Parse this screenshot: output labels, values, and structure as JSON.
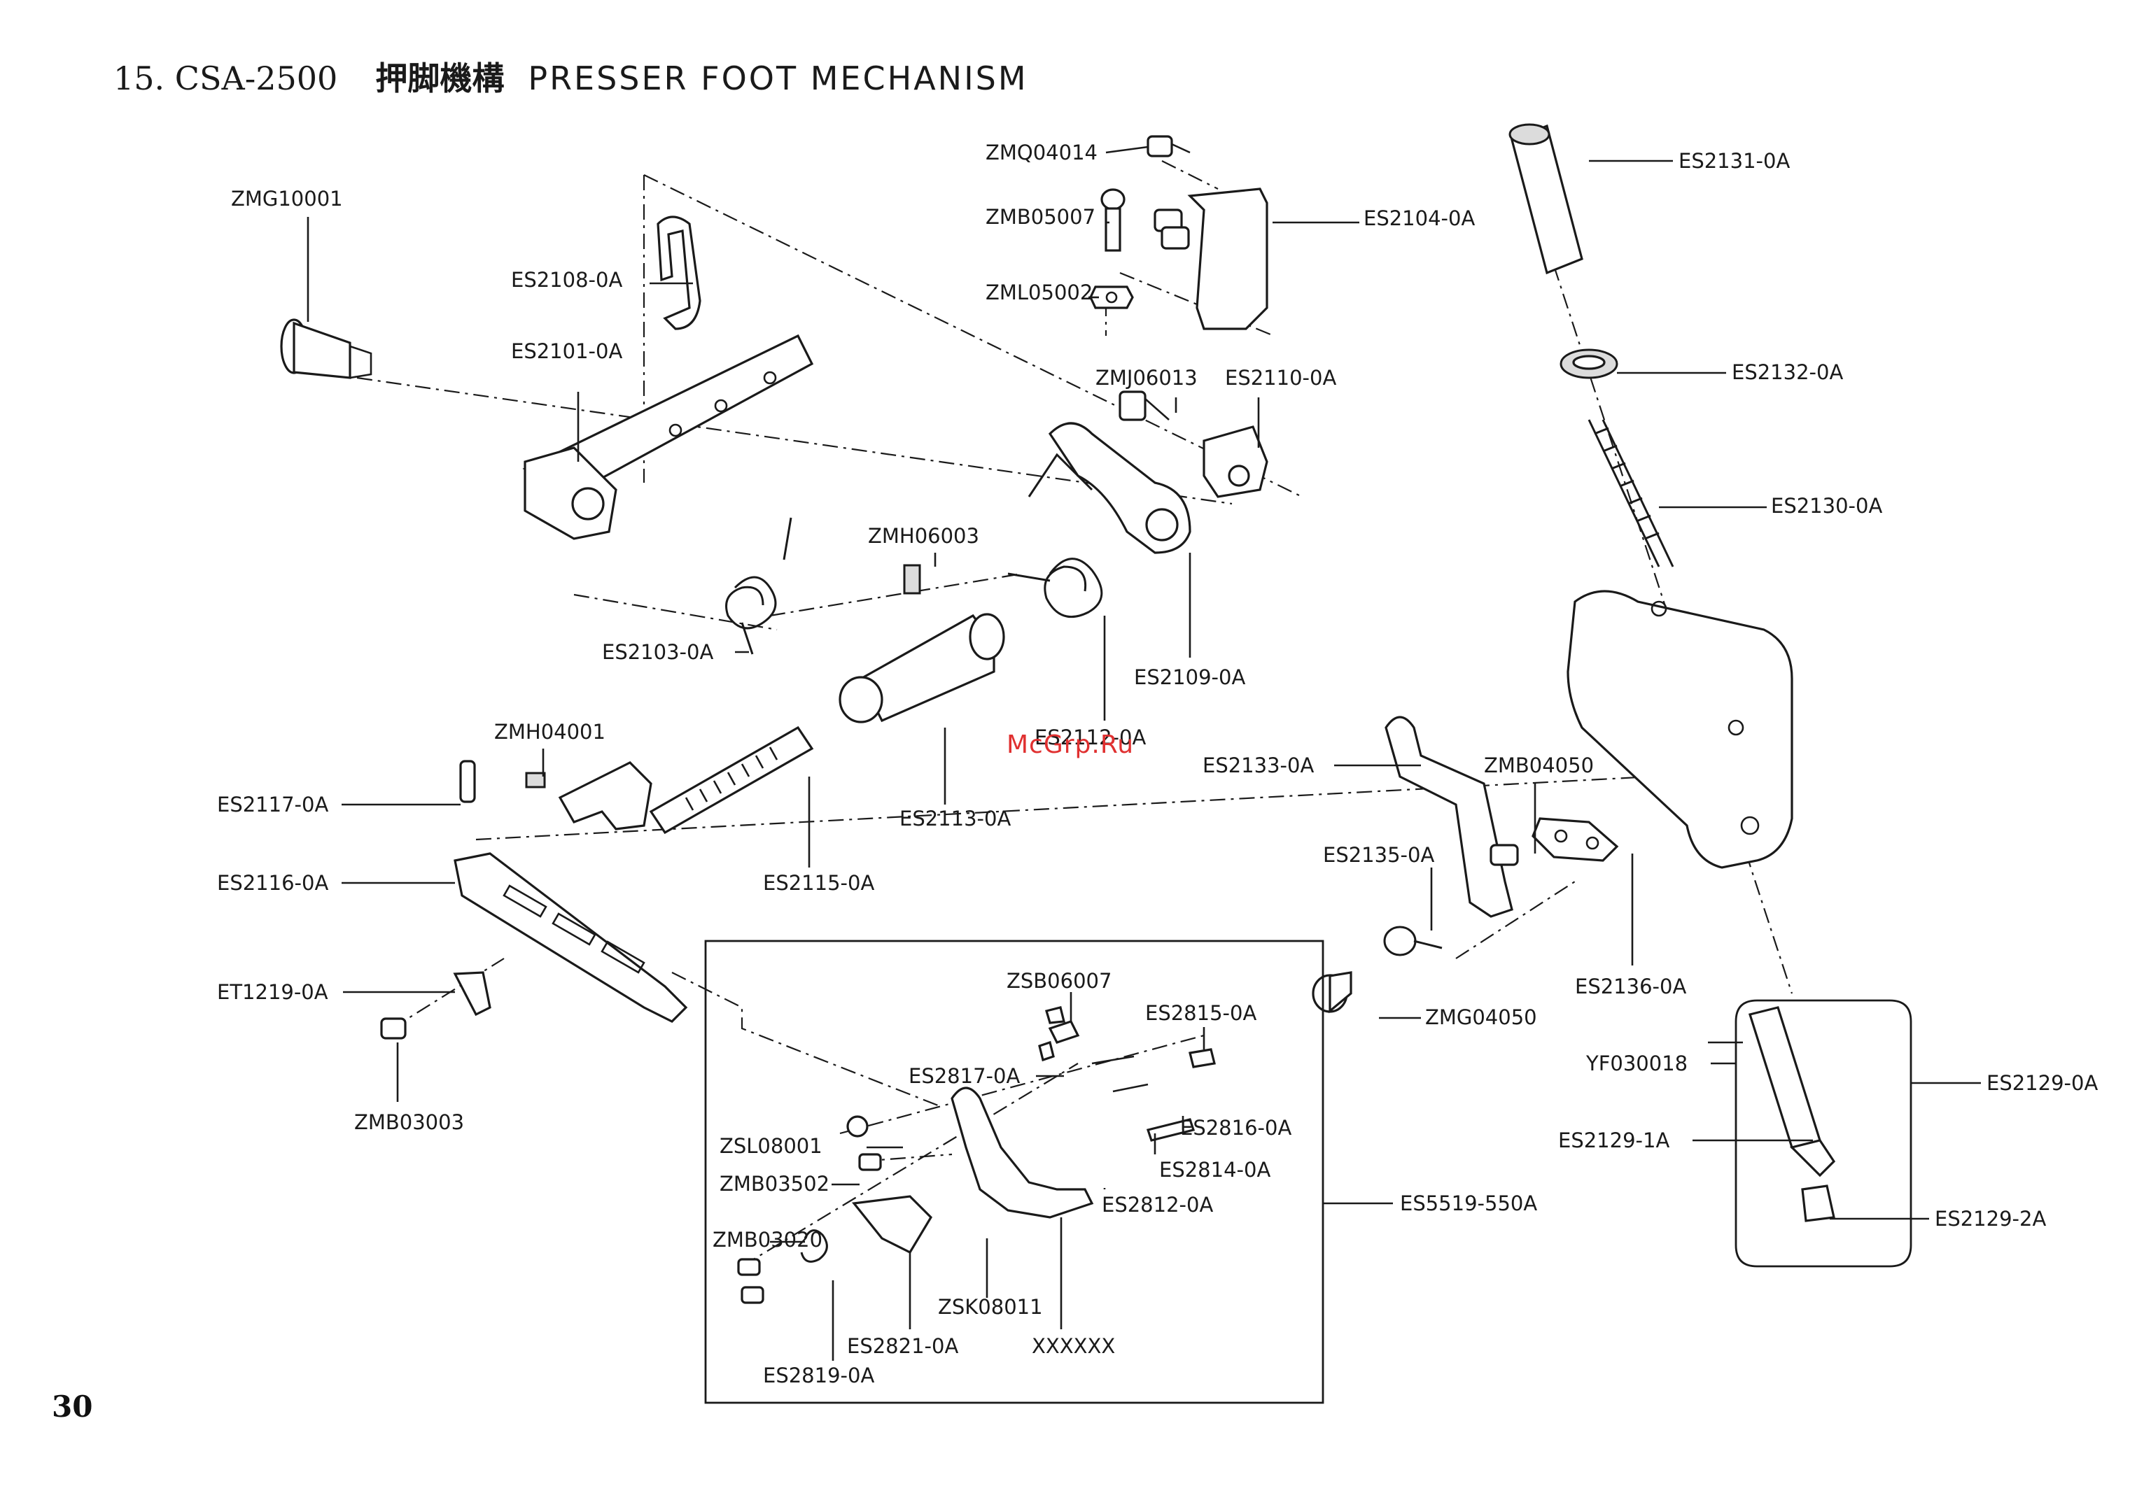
{
  "header": {
    "section": "15. CSA-2500",
    "title_jp": "押脚機構",
    "title_en": "PRESSER FOOT MECHANISM"
  },
  "page_number": "30",
  "watermark": "McGrp.Ru",
  "parts": {
    "zmq04014": "ZMQ04014",
    "es2131": "ES2131-0A",
    "zmg10001": "ZMG10001",
    "zmb05007": "ZMB05007",
    "es2104": "ES2104-0A",
    "es2108": "ES2108-0A",
    "zml05002": "ZML05002",
    "es2101": "ES2101-0A",
    "zmj06013": "ZMJ06013",
    "es2110": "ES2110-0A",
    "es2132": "ES2132-0A",
    "es2130": "ES2130-0A",
    "zmh06003": "ZMH06003",
    "es2103": "ES2103-0A",
    "es2109": "ES2109-0A",
    "es2112": "ES2112-0A",
    "zmh04001": "ZMH04001",
    "es2133": "ES2133-0A",
    "zmb04050": "ZMB04050",
    "es2117": "ES2117-0A",
    "es2113": "ES2113-0A",
    "es2135": "ES2135-0A",
    "es2116": "ES2116-0A",
    "es2115": "ES2115-0A",
    "es2136": "ES2136-0A",
    "zsb06007": "ZSB06007",
    "et1219": "ET1219-0A",
    "es2815": "ES2815-0A",
    "zmg04050": "ZMG04050",
    "es2817": "ES2817-0A",
    "yf030018": "YF030018",
    "es2129": "ES2129-0A",
    "zmb03003": "ZMB03003",
    "es2816": "ES2816-0A",
    "zsl08001": "ZSL08001",
    "es2129_1": "ES2129-1A",
    "es2814": "ES2814-0A",
    "zmb03502": "ZMB03502",
    "es2812": "ES2812-0A",
    "es5519": "ES5519-550A",
    "zmb03020": "ZMB03020",
    "es2129_2": "ES2129-2A",
    "zsk08011": "ZSK08011",
    "es2821": "ES2821-0A",
    "xxxxxx": "XXXXXX",
    "es2819": "ES2819-0A"
  }
}
